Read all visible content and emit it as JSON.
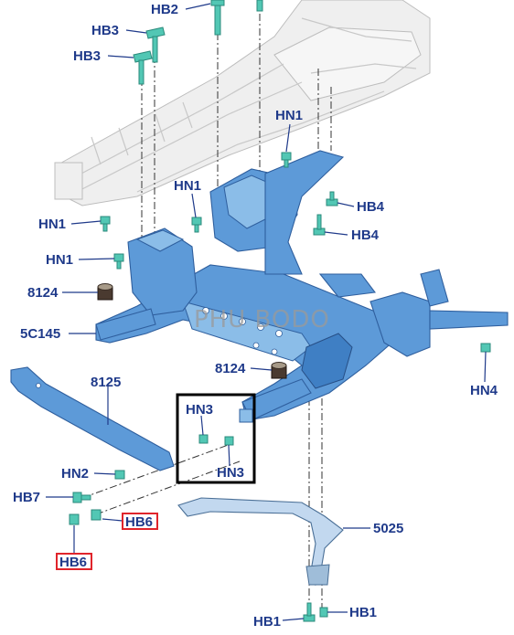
{
  "labels": {
    "hb2": "HB2",
    "hb3_a": "HB3",
    "hb3_b": "HB3",
    "hn1_a": "HN1",
    "hn1_b": "HN1",
    "hn1_c": "HN1",
    "hn1_d": "HN1",
    "hb4_a": "HB4",
    "hb4_b": "HB4",
    "p8124_a": "8124",
    "p5c145": "5C145",
    "p8125": "8125",
    "p8124_b": "8124",
    "hn4": "HN4",
    "hn3_a": "HN3",
    "hn3_b": "HN3",
    "hn2": "HN2",
    "hb7": "HB7",
    "hb6_a": "HB6",
    "hb6_b": "HB6",
    "p5025": "5025",
    "hb1_a": "HB1",
    "hb1_b": "HB1"
  },
  "watermark": "PHU BODO",
  "colors": {
    "label": "#1f3a8a",
    "subframe": "#5d9ad8",
    "fastener": "#52c7b4",
    "highlight_border": "#e0242b",
    "detail_box": "#000000"
  }
}
